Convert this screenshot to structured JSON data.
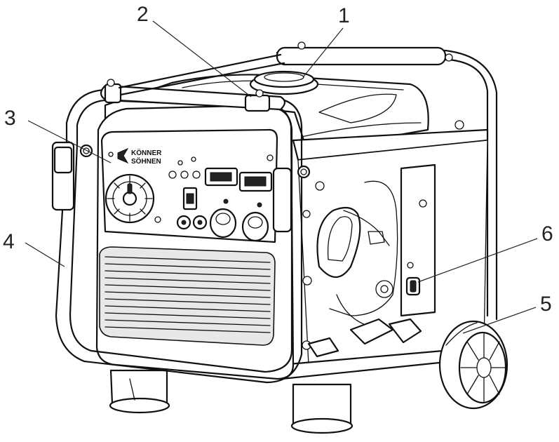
{
  "brand": {
    "line1": "KÖNNER",
    "line2": "SÖHNEN"
  },
  "callouts": [
    {
      "label": "1",
      "part": "fuel-tank-cap"
    },
    {
      "label": "2",
      "part": "top-frame-bar"
    },
    {
      "label": "3",
      "part": "control-panel"
    },
    {
      "label": "4",
      "part": "frame"
    },
    {
      "label": "5",
      "part": "wheel"
    },
    {
      "label": "6",
      "part": "drain-plug"
    }
  ],
  "colors": {
    "line": "#111111",
    "background": "#ffffff"
  }
}
